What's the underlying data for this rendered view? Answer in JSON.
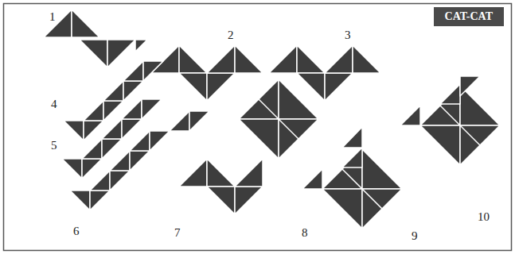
{
  "diagram": {
    "title": "CAT-CAT",
    "labels": [
      "1",
      "2",
      "3",
      "4",
      "5",
      "6",
      "7",
      "8",
      "9",
      "10"
    ]
  }
}
